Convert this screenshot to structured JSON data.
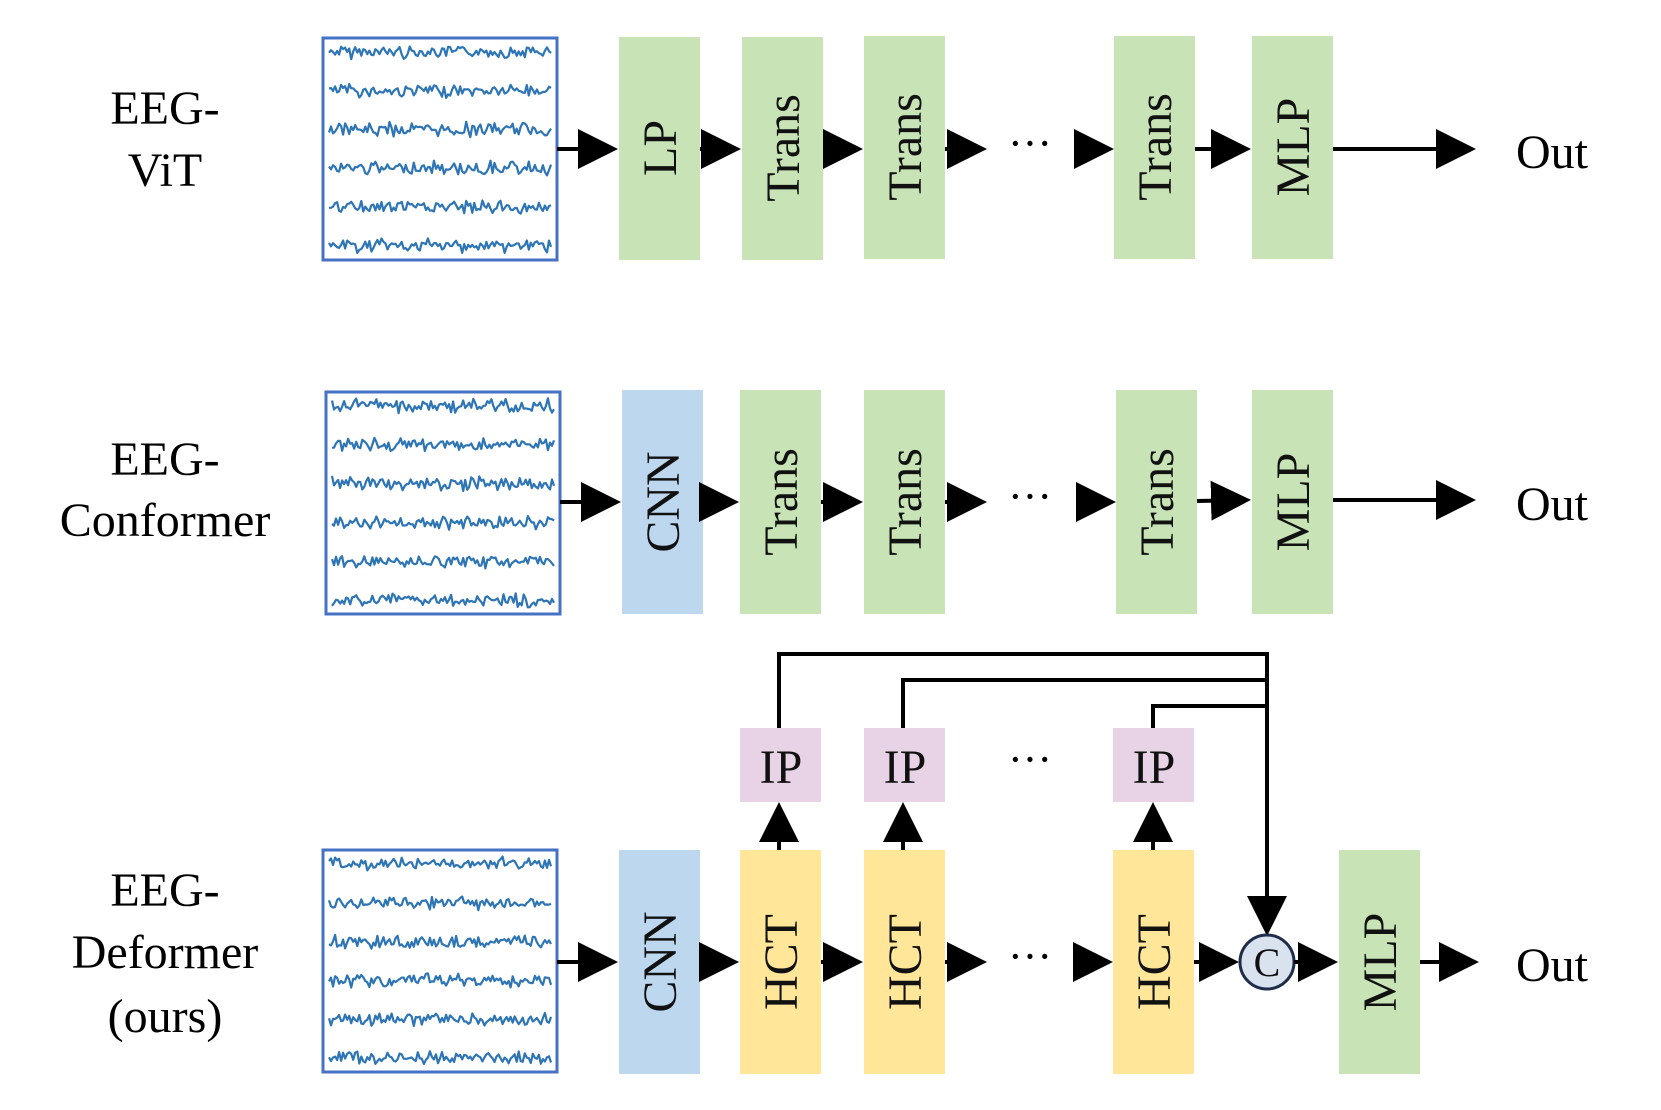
{
  "colors": {
    "linear": "#c8e3b6",
    "cnn": "#bdd8ee",
    "hct": "#ffe699",
    "ip": "#e8d3e6",
    "signal": "#2e75b6",
    "frame": "#4472c4",
    "concat_fill": "#d9e2ef",
    "concat_stroke": "#1f2d4a",
    "arrow": "#000000"
  },
  "rows": [
    {
      "name_line1": "EEG-",
      "name_line2": "ViT",
      "name_line3": "",
      "blocks": [
        "LP",
        "Trans",
        "Trans",
        "Trans",
        "MLP"
      ],
      "ellipsis": "···",
      "output": "Out"
    },
    {
      "name_line1": "EEG-",
      "name_line2": "Conformer",
      "name_line3": "",
      "blocks": [
        "CNN",
        "Trans",
        "Trans",
        "Trans",
        "MLP"
      ],
      "ellipsis": "···",
      "output": "Out"
    },
    {
      "name_line1": "EEG-",
      "name_line2": "Deformer",
      "name_line3": "(ours)",
      "blocks": [
        "CNN",
        "HCT",
        "HCT",
        "HCT",
        "MLP"
      ],
      "ip_blocks": [
        "IP",
        "IP",
        "IP"
      ],
      "ip_ellipsis": "···",
      "concat": "C",
      "ellipsis": "···",
      "output": "Out"
    }
  ]
}
